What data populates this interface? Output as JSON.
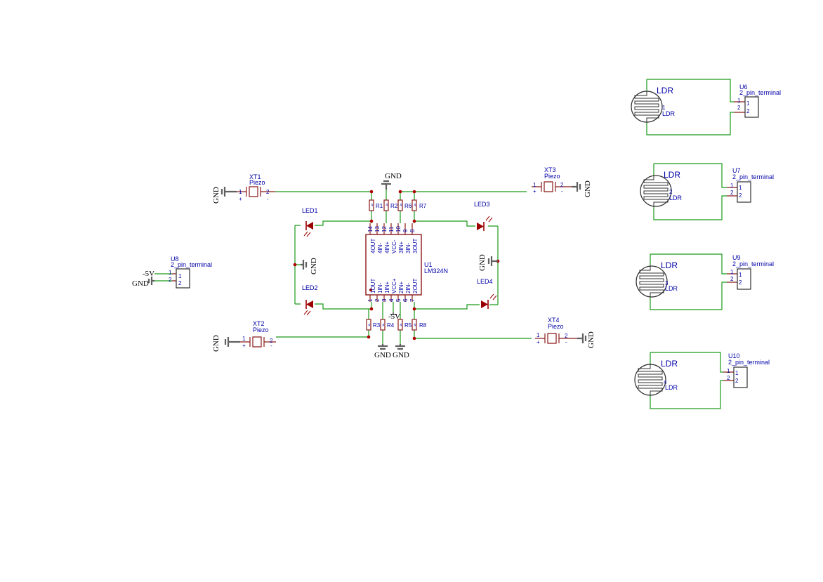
{
  "power": {
    "gnd": "GND",
    "neg5v": "-5V"
  },
  "u1": {
    "ref": "U1",
    "value": "LM324N",
    "top_pins": [
      "4OUT",
      "4IN-",
      "4IN+",
      "VCC-",
      "3IN+",
      "3IN-",
      "3OUT"
    ],
    "top_nums": [
      "14",
      "13",
      "12",
      "11",
      "10",
      "9",
      "8"
    ],
    "bottom_pins": [
      "1OUT",
      "1IN-",
      "1IN+",
      "VCC+",
      "2IN+",
      "2IN-",
      "2OUT"
    ],
    "bottom_nums": [
      "1",
      "2",
      "3",
      "4",
      "5",
      "6",
      "7"
    ]
  },
  "piezos": [
    {
      "ref": "XT1",
      "value": "Piezo"
    },
    {
      "ref": "XT2",
      "value": "Piezo"
    },
    {
      "ref": "XT3",
      "value": "Piezo"
    },
    {
      "ref": "XT4",
      "value": "Piezo"
    }
  ],
  "piezo_pins": {
    "n1": "1",
    "n2": "2",
    "plus": "+",
    "minus": "-"
  },
  "leds": [
    "LED1",
    "LED2",
    "LED3",
    "LED4"
  ],
  "resistors": [
    "R1",
    "R2",
    "R6",
    "R7",
    "R3",
    "R4",
    "R5",
    "R8"
  ],
  "resistor_body": "1k",
  "terminals": [
    {
      "ref": "U8",
      "value": "2_pin_terminal"
    },
    {
      "ref": "U6",
      "value": "2_pin_terminal"
    },
    {
      "ref": "U7",
      "value": "2_pin_terminal"
    },
    {
      "ref": "U9",
      "value": "2_pin_terminal"
    },
    {
      "ref": "U10",
      "value": "2_pin_terminal"
    }
  ],
  "terminal_pins": [
    "1",
    "2"
  ],
  "ldrs": [
    {
      "name": "LDR",
      "pin": "1",
      "value": "LDR"
    },
    {
      "name": "LDR",
      "pin": "2",
      "value": "LDR"
    },
    {
      "name": "LDR",
      "pin": "3",
      "value": "LDR"
    },
    {
      "name": "LDR",
      "pin": "4",
      "value": "LDR"
    }
  ]
}
